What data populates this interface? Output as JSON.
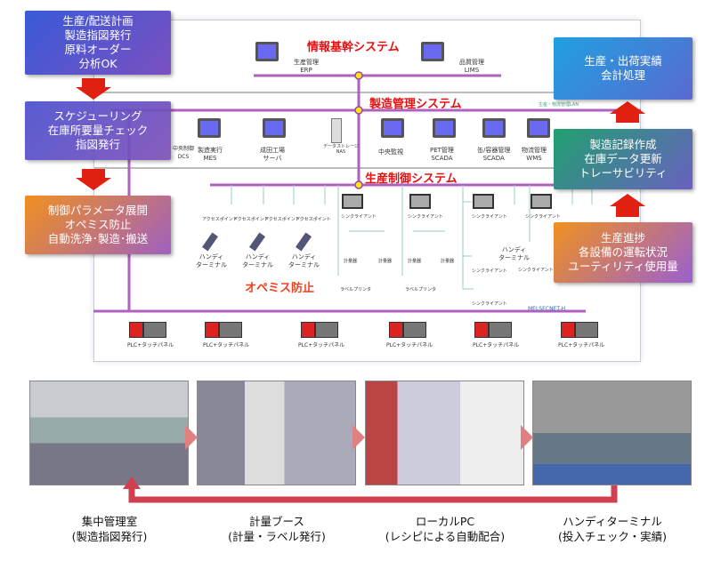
{
  "left_boxes": [
    {
      "lines": [
        "生産/配送計画",
        "製造指図発行",
        "原料オーダー",
        "分析OK"
      ]
    },
    {
      "lines": [
        "スケジューリング",
        "在庫所要量チェック",
        "指図発行"
      ]
    },
    {
      "lines": [
        "制御パラメータ展開",
        "オペミス防止",
        "自動洗浄･製造･搬送"
      ]
    }
  ],
  "right_boxes": [
    {
      "lines": [
        "生産・出荷実績",
        "会計処理"
      ]
    },
    {
      "lines": [
        "製造記録作成",
        "在庫データ更新",
        "トレーサビリティ"
      ]
    },
    {
      "lines": [
        "生産進捗",
        "各設備の運転状況",
        "ユーティリティ使用量"
      ]
    }
  ],
  "systems": {
    "info": "情報基幹システム",
    "mfg": "製造管理システム",
    "ctrl": "生産制御システム",
    "opemiss": "オペミス防止"
  },
  "info_nodes": [
    {
      "l1": "生産管理",
      "l2": "ERP"
    },
    {
      "l1": "品質管理",
      "l2": "LIMS"
    }
  ],
  "mfg_nodes": [
    {
      "l1": "中央制御",
      "l2": "DCS"
    },
    {
      "l1": "製造実行",
      "l2": "MES"
    },
    {
      "l1": "成田工場",
      "l2": "サーバ"
    },
    {
      "l1": "データストレージ",
      "l2": "NAS"
    },
    {
      "l1": "中央監視",
      "l2": ""
    },
    {
      "l1": "PET管理",
      "l2": "SCADA"
    },
    {
      "l1": "缶/容器管理",
      "l2": "SCADA"
    },
    {
      "l1": "物流管理",
      "l2": "WMS"
    }
  ],
  "lan_label": "生産・物流管理LAN",
  "ap_label": "アクセスポイント",
  "handy_label": [
    "ハンディ",
    "ターミナル"
  ],
  "thin_label": "シンクライアント",
  "scale_label": "計量器",
  "printer_label": "ラベルプリンタ",
  "melsec_label": "MELSECNET-H",
  "plc_label": "PLC+タッチパネル",
  "photos": [
    {
      "caption": [
        "集中管理室",
        "(製造指図発行)"
      ]
    },
    {
      "caption": [
        "計量ブース",
        "(計量・ラベル発行)"
      ]
    },
    {
      "caption": [
        "ローカルPC",
        "(レシピによる自動配合)"
      ]
    },
    {
      "caption": [
        "ハンディターミナル",
        "(投入チェック・実績)"
      ]
    }
  ],
  "colors": {
    "bus": "#b060c0",
    "system_text": "#e81010",
    "arrow": "#e02010",
    "node": "#ffee00"
  }
}
